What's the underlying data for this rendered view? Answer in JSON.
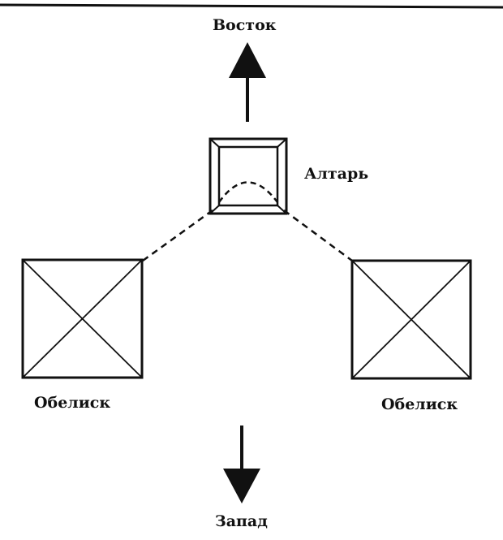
{
  "diagram": {
    "labels": {
      "east": "Восток",
      "altar": "Алтарь",
      "obelisk_left": "Обелиск",
      "obelisk_right": "Обелиск",
      "west": "Запад"
    },
    "colors": {
      "ink": "#111111",
      "background": "#ffffff"
    }
  }
}
